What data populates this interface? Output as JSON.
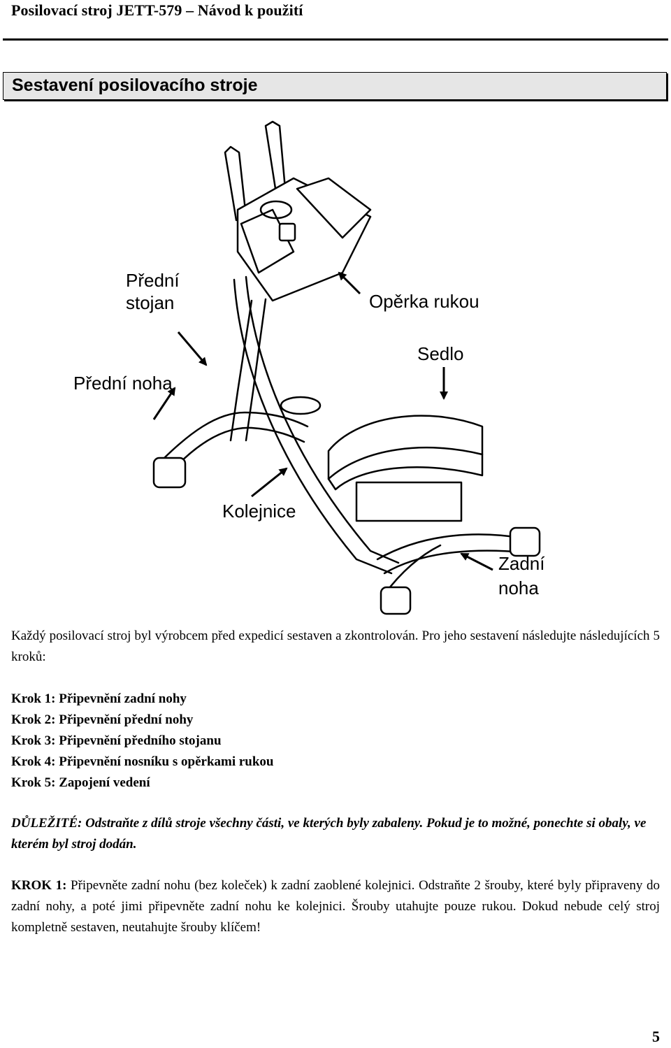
{
  "header": {
    "title": "Posilovací stroj JETT-579 – Návod k použití"
  },
  "section": {
    "title": "Sestavení posilovacího stroje"
  },
  "figure": {
    "labels": {
      "front_stand_line1": "Přední",
      "front_stand_line2": "stojan",
      "front_leg": "Přední noha",
      "armrest": "Opěrka rukou",
      "seat": "Sedlo",
      "rail": "Kolejnice",
      "rear_leg_line1": "Zadní",
      "rear_leg_line2": "noha"
    }
  },
  "intro": "Každý posilovací stroj byl výrobcem před expedicí sestaven a zkontrolován. Pro jeho sestavení následujte následujících 5 kroků:",
  "steps": [
    "Krok 1: Připevnění zadní nohy",
    "Krok 2: Připevnění přední nohy",
    "Krok 3: Připevnění předního stojanu",
    "Krok 4: Připevnění nosníku s opěrkami rukou",
    "Krok 5: Zapojení vedení"
  ],
  "important": "DŮLEŽITÉ: Odstraňte z dílů stroje všechny části, ve kterých byly zabaleny. Pokud je to možné, ponechte si obaly, ve kterém byl stroj dodán.",
  "krok1": {
    "label": "KROK 1:",
    "text": " Připevněte zadní nohu (bez koleček) k zadní zaoblené kolejnici. Odstraňte 2 šrouby, které byly připraveny do zadní nohy, a poté jimi připevněte zadní nohu ke kolejnici. Šrouby utahujte pouze rukou. Dokud nebude celý stroj kompletně sestaven, neutahujte šrouby klíčem!"
  },
  "page_number": "5"
}
